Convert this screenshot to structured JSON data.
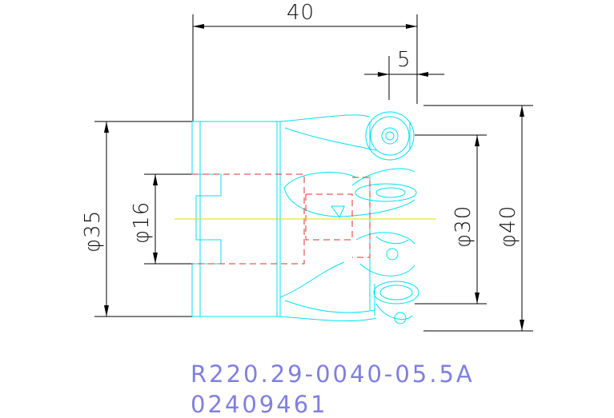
{
  "dimensions": {
    "length": "40",
    "offset": "5",
    "outer_dia_left": "φ35",
    "bore_dia": "φ16",
    "pitch_dia": "φ30",
    "outer_dia_right": "φ40"
  },
  "part": {
    "designation": "R220.29-0040-05.5A",
    "number": "02409461"
  },
  "colors": {
    "dimension_lines": "#000000",
    "tool_outline": "#00e0f0",
    "hidden_lines": "#e03030",
    "center_line": "#d8e000",
    "part_text": "#7f7fe0"
  }
}
